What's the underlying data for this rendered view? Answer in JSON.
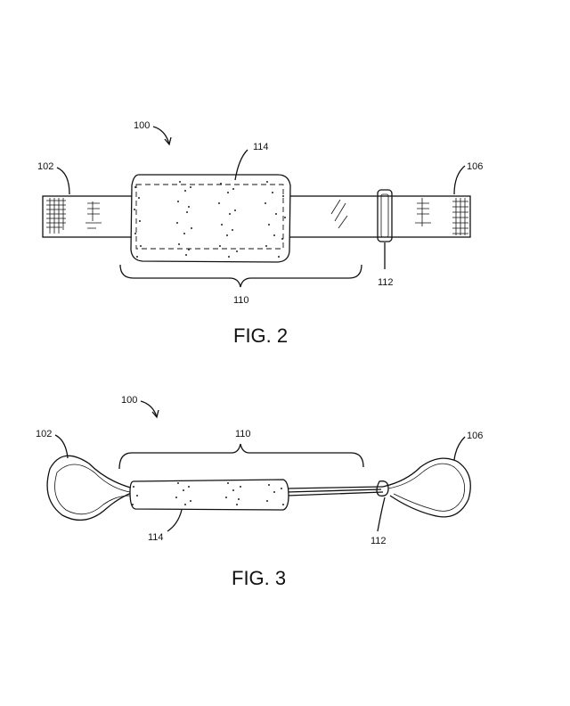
{
  "fig2": {
    "caption": "FIG. 2",
    "ref_device": "100",
    "ref_left_end": "102",
    "ref_right_end": "106",
    "ref_sleeve": "114",
    "ref_span": "110",
    "ref_buckle": "112"
  },
  "fig3": {
    "caption": "FIG. 3",
    "ref_device": "100",
    "ref_left_end": "102",
    "ref_right_end": "106",
    "ref_sleeve": "114",
    "ref_span": "110",
    "ref_buckle": "112"
  }
}
